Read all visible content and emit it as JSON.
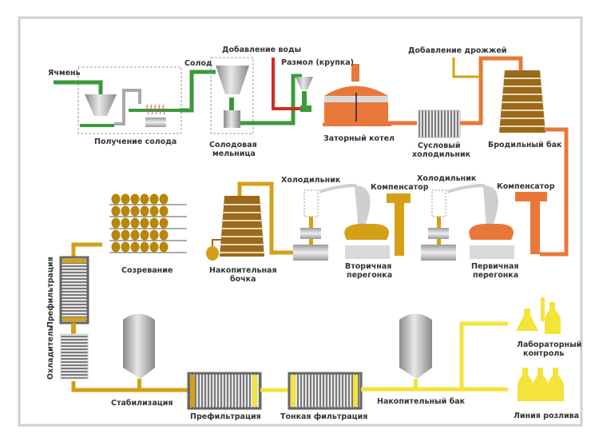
{
  "colors": {
    "green": "#3a9a3a",
    "red": "#d62a1f",
    "orange": "#e8783a",
    "brown": "#9a6a1a",
    "mustard": "#d4a017",
    "yellow": "#f3e33a",
    "grey": "#a8a8a8",
    "frame": "#cfcfcf"
  },
  "labels": {
    "barley": "Ячмень",
    "malting": "Получение солода",
    "malt": "Солод",
    "add_water": "Добавление воды",
    "malt_mill_1": "Солодовая",
    "malt_mill_2": "мельница",
    "grinding": "Размол (крупка)",
    "mash_tun": "Заторный котел",
    "add_yeast": "Добавление дрожжей",
    "wort_cooler_1": "Сусловый",
    "wort_cooler_2": "холодильник",
    "fermenter": "Бродильный бак",
    "cooler_a": "Холодильник",
    "compensator_a": "Компенсатор",
    "cooler_b": "Холодильник",
    "compensator_b": "Компенсатор",
    "secondary_1": "Вторичная",
    "secondary_2": "перегонка",
    "primary_1": "Первичная",
    "primary_2": "перегонка",
    "storage_cask_1": "Накопительная",
    "storage_cask_2": "бочка",
    "maturation": "Созревание",
    "prefiltration_vertical": "Префильтрация",
    "chiller": "Охладитель",
    "stabilization": "Стабилизация",
    "prefiltration": "Префильтрация",
    "fine_filtration": "Тонкая фильтрация",
    "storage_tank": "Накопительный бак",
    "lab_control_1": "Лабораторный",
    "lab_control_2": "контроль",
    "bottling_line": "Линия розлива"
  }
}
